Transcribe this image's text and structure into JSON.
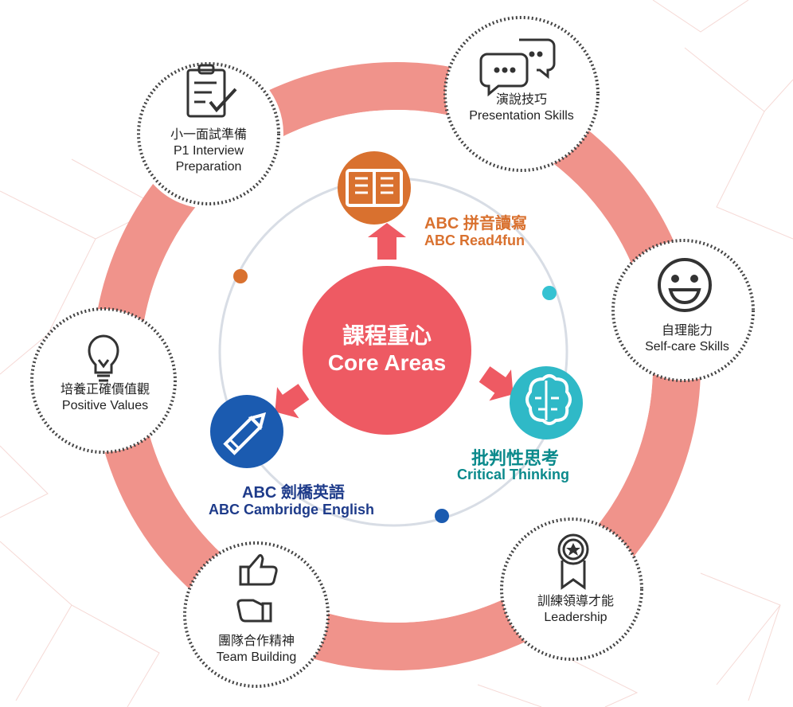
{
  "center": {
    "zh": "課程重心",
    "en": "Core Areas"
  },
  "core_areas": [
    {
      "zh": "ABC 拼音讀寫",
      "en": "ABC Read4fun",
      "color": "#d9712f",
      "icon": "open-book-icon"
    },
    {
      "zh": "批判性思考",
      "en": "Critical Thinking",
      "color": "#0b8a8c",
      "icon": "brain-icon"
    },
    {
      "zh": "ABC 劍橋英語",
      "en": "ABC Cambridge English",
      "color": "#1e3b8a",
      "icon": "pencil-icon"
    }
  ],
  "skills": [
    {
      "zh": "小一面試準備",
      "en1": "P1 Interview",
      "en2": "Preparation",
      "icon": "clipboard-check-icon"
    },
    {
      "zh": "演說技巧",
      "en1": "Presentation Skills",
      "en2": "",
      "icon": "speech-bubbles-icon"
    },
    {
      "zh": "自理能力",
      "en1": "Self-care Skills",
      "en2": "",
      "icon": "smiley-face-icon"
    },
    {
      "zh": "訓練領導才能",
      "en1": "Leadership",
      "en2": "",
      "icon": "award-ribbon-icon"
    },
    {
      "zh": "團隊合作精神",
      "en1": "Team Building",
      "en2": "",
      "icon": "thumbs-up-icon"
    },
    {
      "zh": "培養正確價值觀",
      "en1": "Positive Values",
      "en2": "",
      "icon": "lightbulb-icon"
    }
  ],
  "colors": {
    "ring": "#f0938b",
    "core": "#ee5a63",
    "arrow": "#ee5a63",
    "read_icon": "#d9712f",
    "think_icon": "#2fb9c7",
    "cambridge_icon": "#1b5bb0",
    "dot_orange": "#d9712f",
    "dot_cyan": "#35c2d2",
    "dot_blue": "#1b5bb0",
    "icon_stroke": "#333333"
  }
}
